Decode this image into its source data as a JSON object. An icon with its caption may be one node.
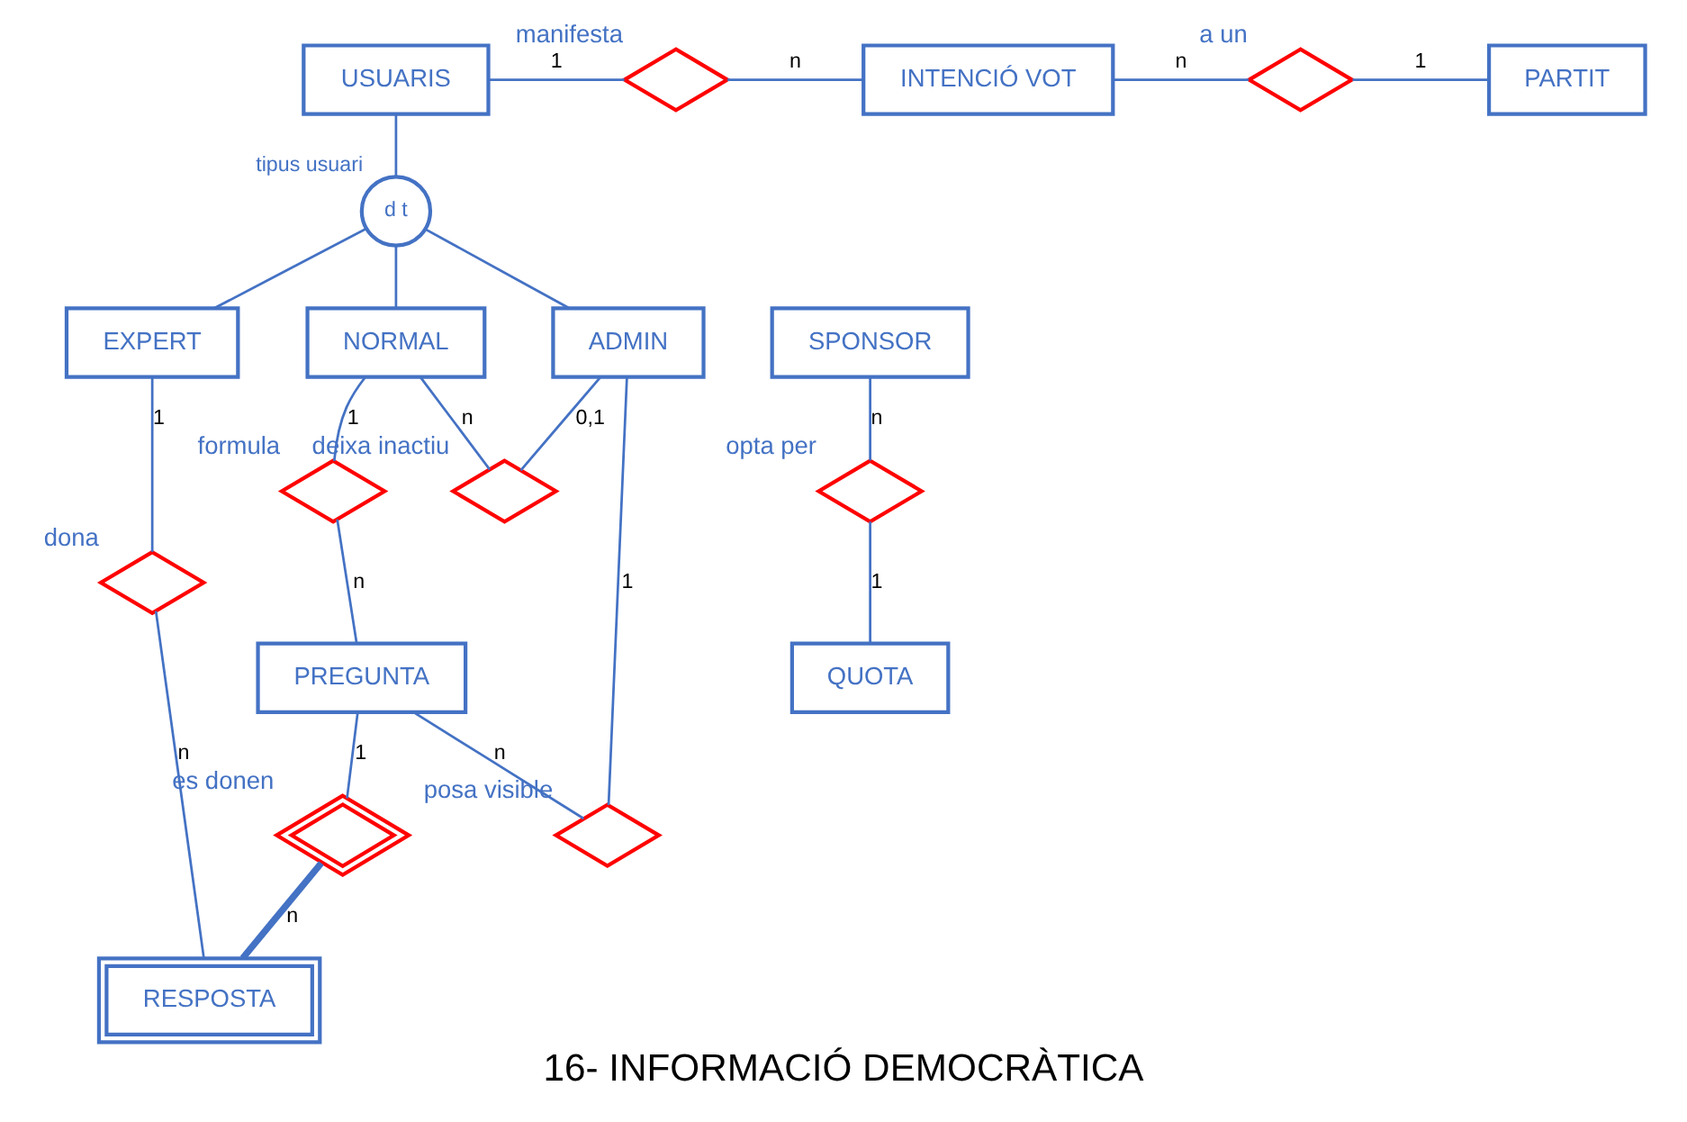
{
  "diagram": {
    "title": "16- INFORMACIÓ DEMOCRÀTICA",
    "nodes": [
      {
        "text": [
          "USUARIS"
        ]
      },
      {
        "text": [],
        "shape": "diamond",
        "beside": [
          "manifesta"
        ]
      },
      {
        "text": [
          "INTENCIÓ VOT"
        ]
      },
      {
        "text": [],
        "shape": "diamond",
        "beside": [
          "a un"
        ]
      },
      {
        "text": [
          "PARTIT"
        ]
      },
      {
        "text": [
          "d t"
        ],
        "beside": [
          "tipus usuari"
        ]
      },
      {
        "text": [
          "EXPERT"
        ]
      },
      {
        "text": [
          "NORMAL"
        ]
      },
      {
        "text": [
          "ADMIN"
        ]
      },
      {
        "text": [
          "SPONSOR"
        ]
      },
      {
        "text": [],
        "shape": "diamond",
        "beside": [
          "formula"
        ]
      },
      {
        "text": [],
        "shape": "diamond",
        "beside": [
          "deixa inactiu"
        ]
      },
      {
        "text": [],
        "shape": "diamond",
        "beside": [
          "opta per"
        ]
      },
      {
        "text": [
          "PREGUNTA"
        ]
      },
      {
        "text": [],
        "shape": "diamond",
        "beside": [
          "posa visible"
        ]
      },
      {
        "text": [
          "QUOTA"
        ]
      },
      {
        "text": [],
        "shape": "diamond",
        "beside": [
          "dona"
        ]
      },
      {
        "text": [],
        "shape": "diamond",
        "beside": [
          "es donen"
        ]
      },
      {
        "text": [
          "RESPOSTA"
        ]
      }
    ],
    "edges": [
      {
        "from": 0,
        "to": 1,
        "arrow": "none",
        "label": "1"
      },
      {
        "from": 1,
        "to": 2,
        "arrow": "none",
        "label": "n"
      },
      {
        "from": 2,
        "to": 3,
        "arrow": "none",
        "label": "n"
      },
      {
        "from": 3,
        "to": 4,
        "arrow": "none",
        "label": "1"
      },
      {
        "from": 0,
        "to": 5,
        "arrow": "none"
      },
      {
        "from": 5,
        "to": 6,
        "arrow": "none"
      },
      {
        "from": 5,
        "to": 7,
        "arrow": "none"
      },
      {
        "from": 5,
        "to": 8,
        "arrow": "none"
      },
      {
        "from": 7,
        "to": 10,
        "arrow": "none",
        "label": "1"
      },
      {
        "from": 10,
        "to": 13,
        "arrow": "none",
        "label": "n"
      },
      {
        "from": 7,
        "to": 11,
        "arrow": "none",
        "label": "n"
      },
      {
        "from": 8,
        "to": 11,
        "arrow": "none",
        "label": "0,1"
      },
      {
        "from": 8,
        "to": 14,
        "arrow": "none",
        "label": "1"
      },
      {
        "from": 13,
        "to": 14,
        "arrow": "none",
        "label": "n"
      },
      {
        "from": 9,
        "to": 12,
        "arrow": "none",
        "label": "n"
      },
      {
        "from": 12,
        "to": 15,
        "arrow": "none",
        "label": "1"
      },
      {
        "from": 6,
        "to": 16,
        "arrow": "none",
        "label": "1"
      },
      {
        "from": 16,
        "to": 18,
        "arrow": "none",
        "label": "n"
      },
      {
        "from": 13,
        "to": 17,
        "arrow": "none",
        "label": "1"
      },
      {
        "from": 17,
        "to": 18,
        "arrow": "none",
        "label": "n",
        "style": "thick"
      }
    ]
  }
}
